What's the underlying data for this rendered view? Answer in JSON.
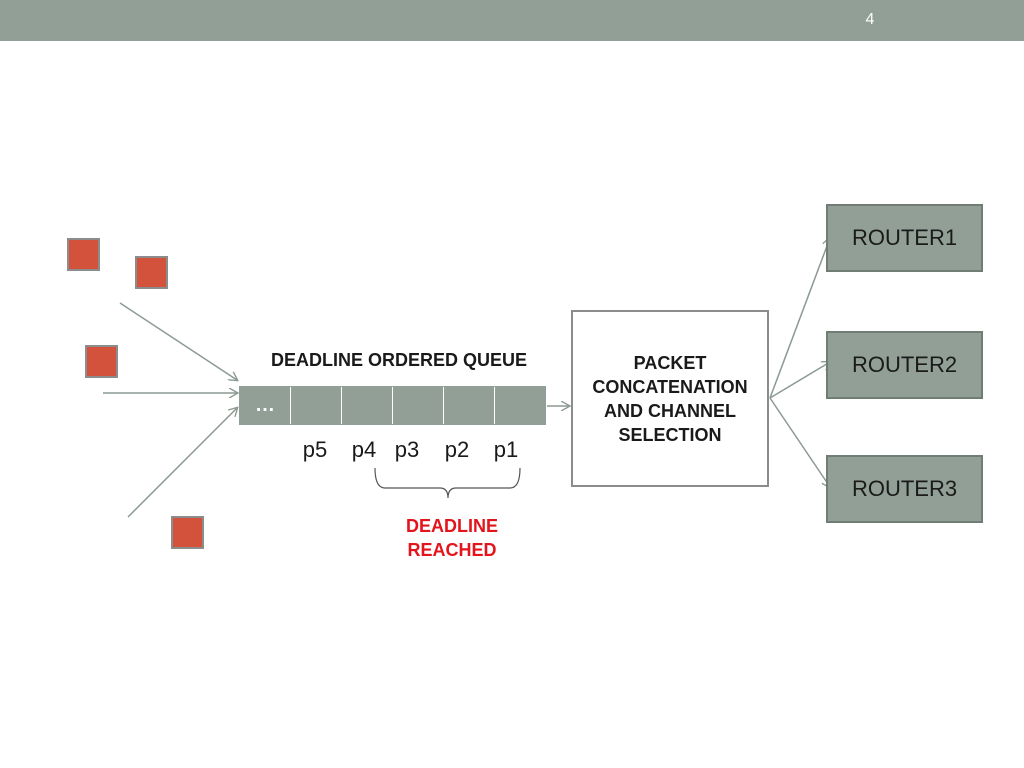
{
  "header": {
    "slide_number": "4"
  },
  "queue": {
    "title": "DEADLINE ORDERED QUEUE",
    "cells": [
      "…",
      "",
      "",
      "",
      "",
      ""
    ],
    "packet_labels": [
      "p5",
      "p4",
      "p3",
      "p2",
      "p1"
    ]
  },
  "annotation": {
    "deadline_text": "DEADLINE\nREACHED"
  },
  "process": {
    "label": "PACKET\nCONCATENATION\nAND CHANNEL\nSELECTION"
  },
  "routers": [
    {
      "label": "ROUTER1"
    },
    {
      "label": "ROUTER2"
    },
    {
      "label": "ROUTER3"
    }
  ],
  "colors": {
    "bar": "#919f97",
    "packet": "#d3523b",
    "deadline_text": "#e3141b",
    "arrow": "#8c9a92"
  }
}
